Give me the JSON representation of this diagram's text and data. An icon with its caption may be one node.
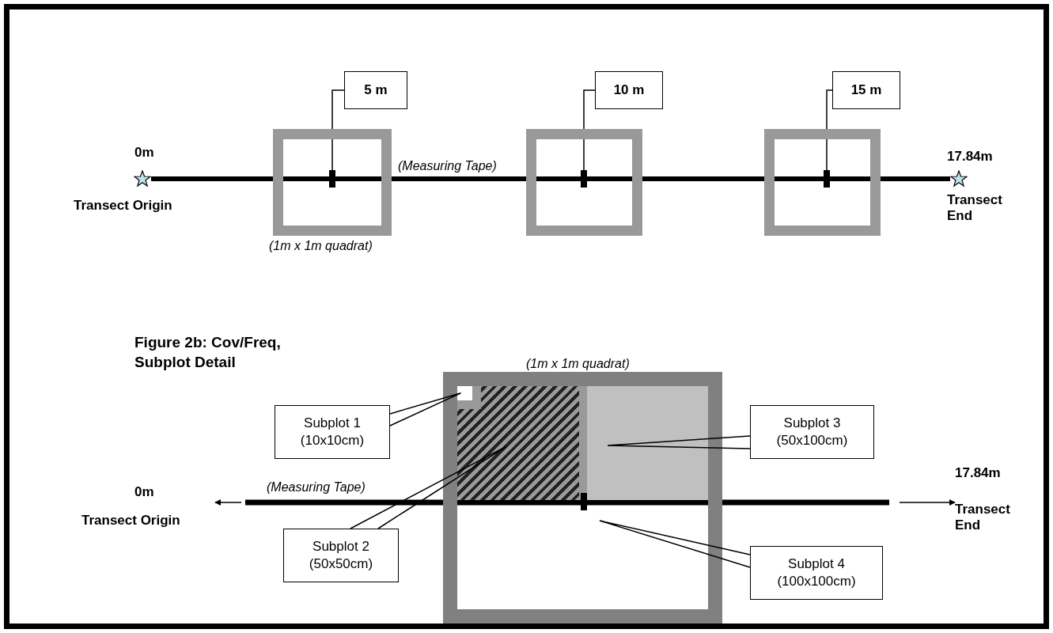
{
  "diagram": {
    "nodes": [
      {
        "text": [
          "5 m"
        ]
      },
      {
        "text": [
          "10 m"
        ]
      },
      {
        "text": [
          "15 m"
        ]
      },
      {
        "text": [],
        "shape": "star",
        "beside": [
          "0m",
          "Transect Origin"
        ]
      },
      {
        "text": [],
        "shape": "box",
        "beside": [
          "(1m x 1m quadrat)"
        ]
      },
      {
        "text": [],
        "shape": "bar",
        "in": 4
      },
      {
        "text": [],
        "shape": "box"
      },
      {
        "text": [],
        "shape": "bar",
        "in": 6
      },
      {
        "text": [],
        "shape": "box"
      },
      {
        "text": [],
        "shape": "bar",
        "in": 8
      },
      {
        "text": [],
        "shape": "star",
        "beside": [
          "17.84m",
          "Transect End"
        ]
      },
      {
        "text": [],
        "shape": "box",
        "beside": [
          "(1m x 1m quadrat)"
        ]
      },
      {
        "text": [],
        "shape": "box",
        "in": 11
      },
      {
        "text": [],
        "shape": "box",
        "in": 12
      },
      {
        "text": [],
        "shape": "box",
        "in": 11
      },
      {
        "text": [
          "Subplot 1 (10x10cm)"
        ]
      },
      {
        "text": [
          "Subplot 3 (50x100cm)"
        ]
      },
      {
        "text": [
          "0m",
          "Transect Origin"
        ]
      },
      {
        "text": [
          "17.84m",
          "Transect End"
        ]
      },
      {
        "text": [
          "Subplot 2 (50x50cm)"
        ]
      },
      {
        "text": [
          "Subplot 4 (100x100cm)"
        ]
      }
    ],
    "edges": [
      {
        "from": 0,
        "to": 5,
        "arrow": "none"
      },
      {
        "from": 1,
        "to": 7,
        "arrow": "none"
      },
      {
        "from": 2,
        "to": 9,
        "arrow": "none"
      },
      {
        "from": 3,
        "to": 10,
        "arrow": "none",
        "label": "(Measuring Tape)",
        "style": "thick"
      },
      {
        "from": 15,
        "to": 13,
        "arrow": "none"
      },
      {
        "from": 16,
        "to": 14,
        "arrow": "none"
      },
      {
        "from": 19,
        "to": 12,
        "arrow": "none"
      },
      {
        "from": 20,
        "to": null,
        "arrow": "none"
      },
      {
        "from": null,
        "to": 17,
        "arrow": "to"
      },
      {
        "from": null,
        "to": 18,
        "arrow": "to"
      }
    ],
    "labels": [
      "Figure 2b: Cov/Freq, Subplot Detail",
      "(Measuring Tape)"
    ]
  }
}
